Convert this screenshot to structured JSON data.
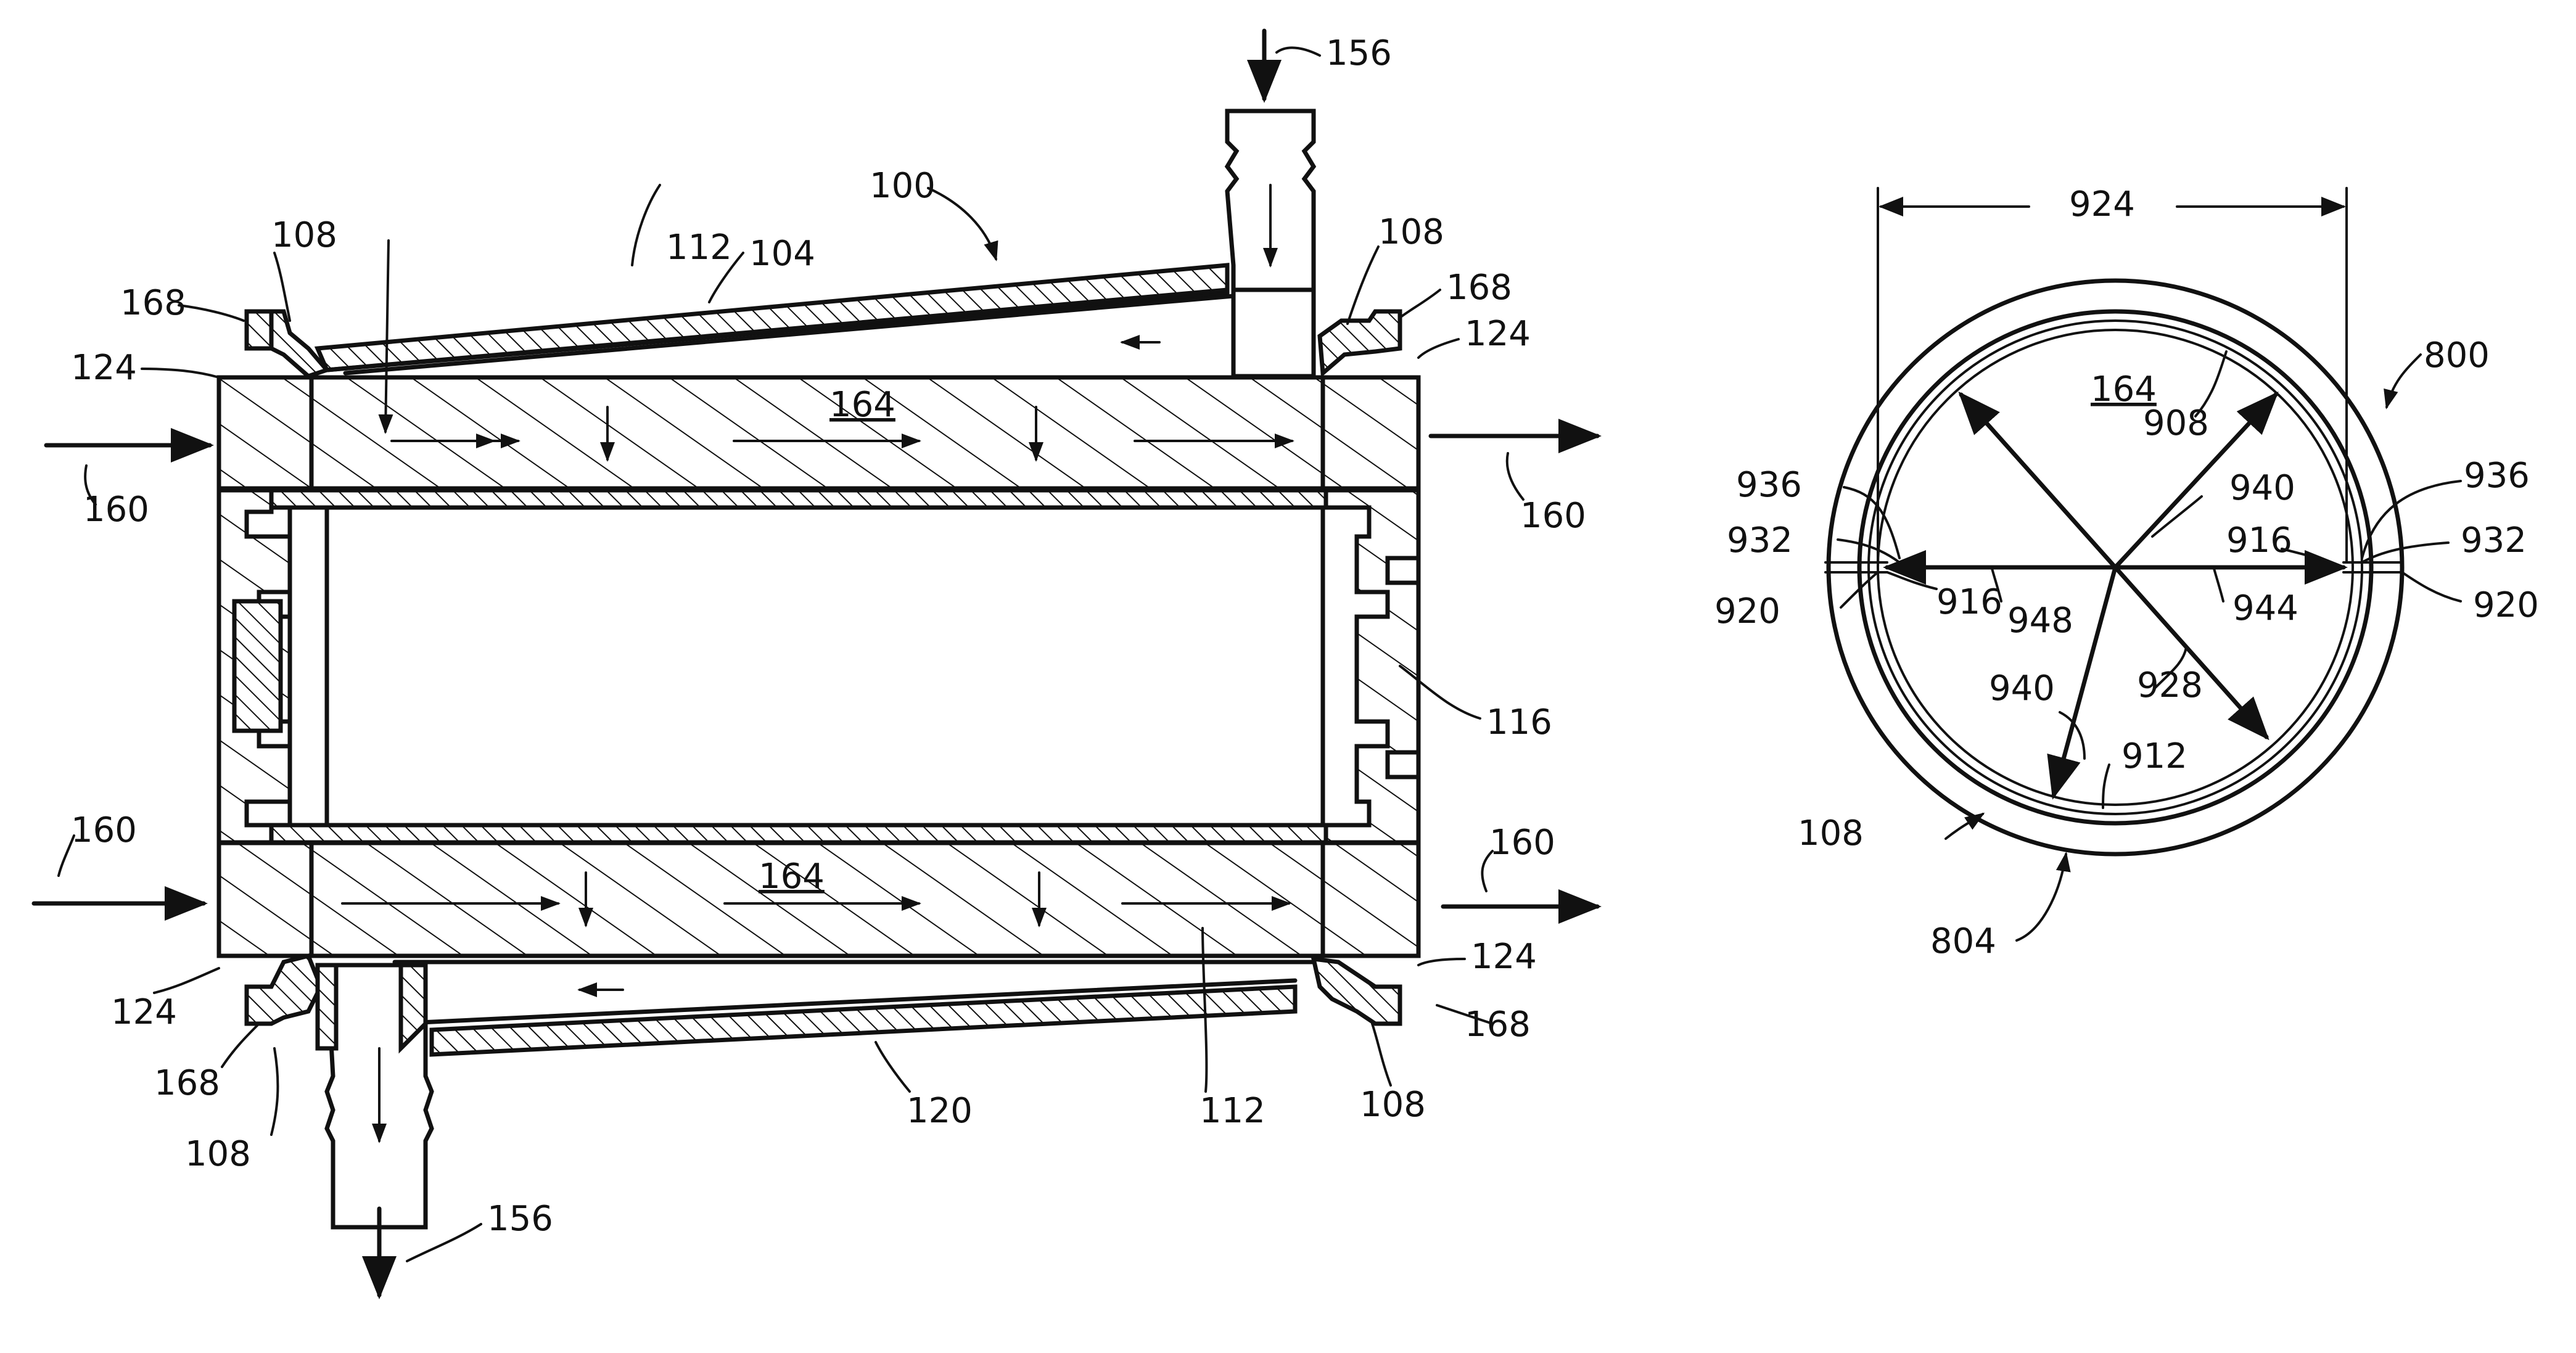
{
  "figure_left": {
    "labels": {
      "l100": "100",
      "l104": "104",
      "l108_tl": "108",
      "l108_tr": "108",
      "l108_bl": "108",
      "l108_br": "108",
      "l112_top": "112",
      "l112_bot": "112",
      "l116": "116",
      "l120": "120",
      "l124_tl": "124",
      "l124_tr": "124",
      "l124_bl": "124",
      "l124_br": "124",
      "l156_top": "156",
      "l156_bot": "156",
      "l160_lt": "160",
      "l160_rt": "160",
      "l160_lb": "160",
      "l160_rb": "160",
      "l164_top": "164",
      "l164_bot": "164",
      "l168_tl": "168",
      "l168_tr": "168",
      "l168_bl": "168",
      "l168_br": "168"
    }
  },
  "figure_right": {
    "labels": {
      "l924": "924",
      "l800": "800",
      "l164": "164",
      "l908": "908",
      "l940_top": "940",
      "l940_bot": "940",
      "l936_l": "936",
      "l936_r": "936",
      "l932_l": "932",
      "l932_r": "932",
      "l916_l": "916",
      "l916_r": "916",
      "l920_l": "920",
      "l920_r": "920",
      "l948": "948",
      "l944": "944",
      "l928": "928",
      "l912": "912",
      "l108": "108",
      "l804": "804"
    }
  }
}
